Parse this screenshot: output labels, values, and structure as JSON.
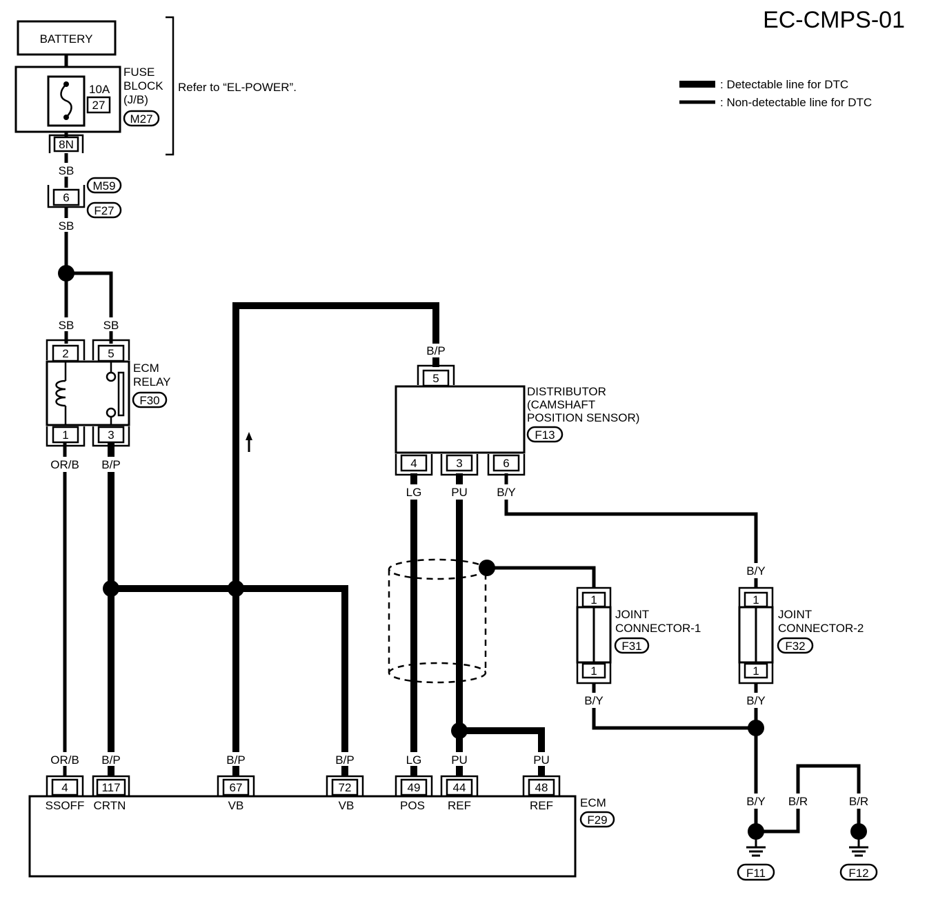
{
  "title": "EC-CMPS-01",
  "legend": {
    "detectable": ": Detectable line for DTC",
    "non_detectable": ": Non-detectable line for DTC"
  },
  "battery": "BATTERY",
  "fuse_block": {
    "line1": "FUSE",
    "line2": "BLOCK",
    "line3": "(J/B)",
    "connector": "M27",
    "rating": "10A",
    "number": "27",
    "pin": "8N",
    "refer": "Refer to “EL-POWER”."
  },
  "inline_connector": {
    "pin": "6",
    "connector_top": "M59",
    "connector_bottom": "F27"
  },
  "ecm_relay": {
    "line1": "ECM",
    "line2": "RELAY",
    "connector": "F30",
    "pins": {
      "p2": "2",
      "p5": "5",
      "p1": "1",
      "p3": "3"
    }
  },
  "distributor": {
    "line1": "DISTRIBUTOR",
    "line2": "(CAMSHAFT",
    "line3": "POSITION SENSOR)",
    "connector": "F13",
    "pins": {
      "p5": "5",
      "p4": "4",
      "p3": "3",
      "p6": "6"
    }
  },
  "joint1": {
    "line1": "JOINT",
    "line2": "CONNECTOR-1",
    "connector": "F31",
    "pin_top": "1",
    "pin_bottom": "1"
  },
  "joint2": {
    "line1": "JOINT",
    "line2": "CONNECTOR-2",
    "connector": "F32",
    "pin_top": "1",
    "pin_bottom": "1"
  },
  "ecm": {
    "label": "ECM",
    "connector": "F29",
    "terminals": [
      {
        "pin": "4",
        "name": "SSOFF"
      },
      {
        "pin": "117",
        "name": "CRTN"
      },
      {
        "pin": "67",
        "name": "VB"
      },
      {
        "pin": "72",
        "name": "VB"
      },
      {
        "pin": "49",
        "name": "POS"
      },
      {
        "pin": "44",
        "name": "REF"
      },
      {
        "pin": "48",
        "name": "REF"
      }
    ]
  },
  "wire_colors": {
    "sb_top": "SB",
    "sb_bottom": "SB",
    "sb_relay_left": "SB",
    "sb_relay_right": "SB",
    "orb_relay": "OR/B",
    "bp_relay": "B/P",
    "bp_distributor": "B/P",
    "lg_distributor": "LG",
    "pu_distributor": "PU",
    "by_distributor": "B/Y",
    "by_joint2_top": "B/Y",
    "by_joint1_bottom": "B/Y",
    "by_joint2_bottom": "B/Y",
    "orb_ecm": "OR/B",
    "bp_ecm_117": "B/P",
    "bp_ecm_67": "B/P",
    "bp_ecm_72": "B/P",
    "lg_ecm": "LG",
    "pu_ecm_44": "PU",
    "pu_ecm_48": "PU",
    "by_ground": "B/Y",
    "br_ground_left": "B/R",
    "br_ground_right": "B/R"
  },
  "grounds": {
    "g1": "F11",
    "g2": "F12"
  }
}
